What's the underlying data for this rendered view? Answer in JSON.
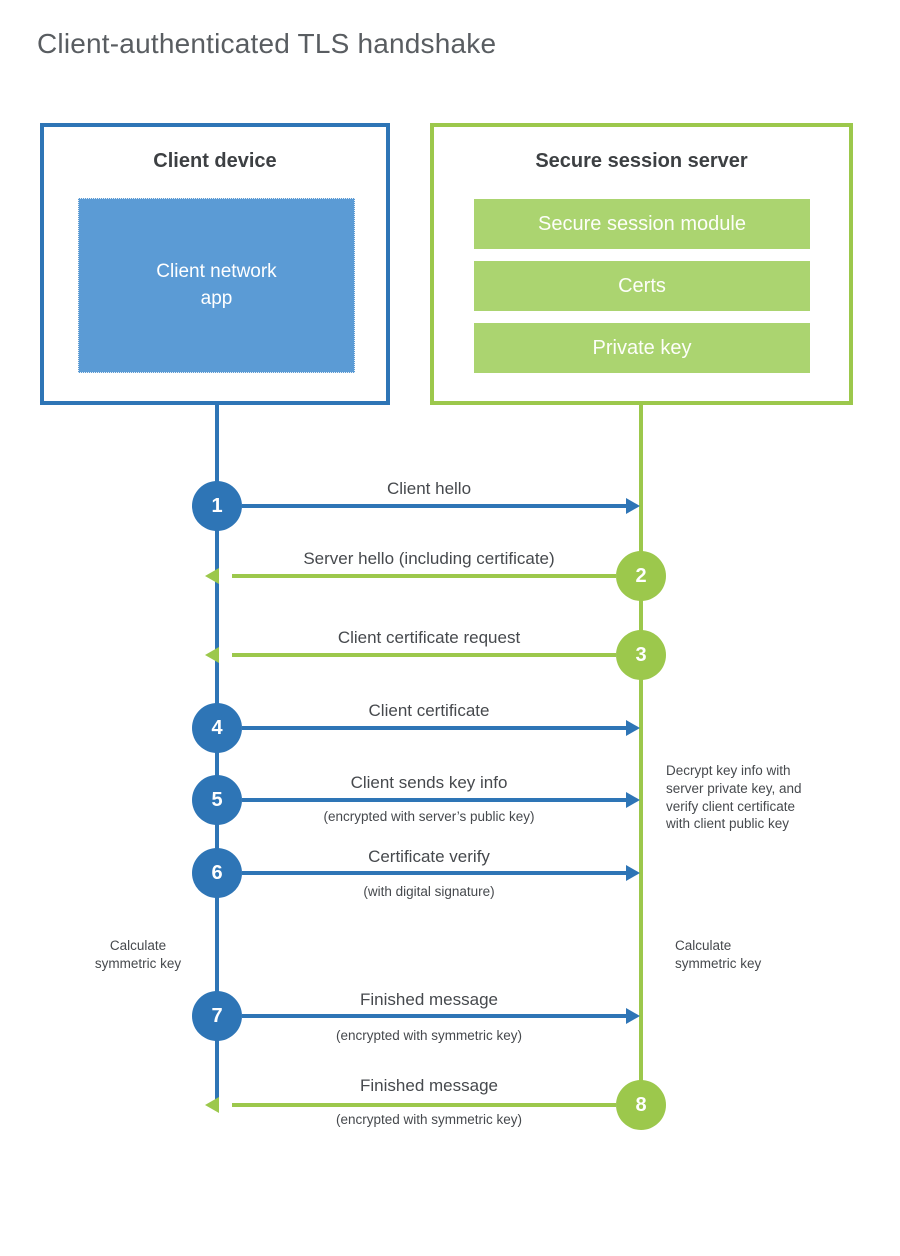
{
  "title": "Client-authenticated TLS handshake",
  "client": {
    "title": "Client device",
    "app_label": "Client network\napp"
  },
  "server": {
    "title": "Secure session server",
    "modules": [
      "Secure session module",
      "Certs",
      "Private key"
    ]
  },
  "steps": [
    {
      "number": "1",
      "label": "Client hello",
      "direction": "right",
      "color": "blue"
    },
    {
      "number": "2",
      "label": "Server hello (including certificate)",
      "direction": "left",
      "color": "green"
    },
    {
      "number": "3",
      "label": "Client certificate request",
      "direction": "left",
      "color": "green"
    },
    {
      "number": "4",
      "label": "Client certificate",
      "direction": "right",
      "color": "blue"
    },
    {
      "number": "5",
      "label": "Client sends key info",
      "sublabel": "(encrypted with server’s public key)",
      "direction": "right",
      "color": "blue"
    },
    {
      "number": "6",
      "label": "Certificate verify",
      "sublabel": "(with digital signature)",
      "direction": "right",
      "color": "blue"
    },
    {
      "number": "7",
      "label": "Finished message",
      "sublabel": "(encrypted with symmetric key)",
      "direction": "right",
      "color": "blue"
    },
    {
      "number": "8",
      "label": "Finished message",
      "sublabel": "(encrypted with symmetric key)",
      "direction": "left",
      "color": "green"
    }
  ],
  "notes": {
    "server_decrypt": "Decrypt key info with\nserver private key, and\nverify client certificate\nwith client public key",
    "client_calculate": "Calculate\nsymmetric key",
    "server_calculate": "Calculate\nsymmetric key"
  },
  "colors": {
    "blue": "#2e75b6",
    "blue_light": "#5b9bd5",
    "green": "#9cc84c",
    "green_light": "#abd470"
  }
}
